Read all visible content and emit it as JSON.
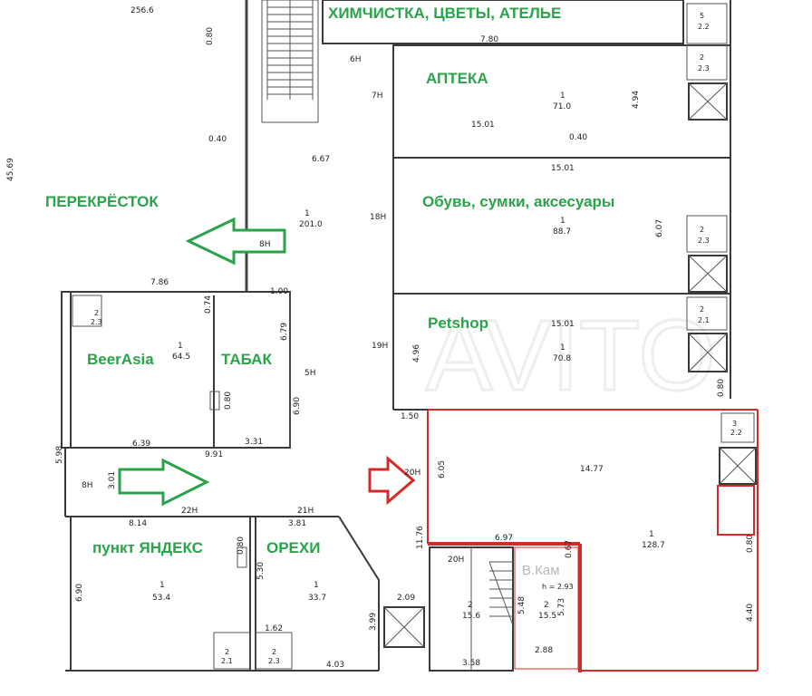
{
  "labels": {
    "top_shops": "ХИМЧИСТКА, ЦВЕТЫ, АТЕЛЬЕ",
    "pharmacy": "АПТЕКА",
    "shoes": "Обувь, сумки, аксесуары",
    "petshop": "Petshop",
    "supermarket": "ПЕРЕКРЁСТОК",
    "beerasia": "BeerAsia",
    "tobacco": "ТАБАК",
    "yandex": "пункт ЯНДЕКС",
    "nuts": "ОРЕХИ",
    "watermark": "В.Кам"
  },
  "dims": {
    "d_256": "256.6",
    "d_080a": "0.80",
    "d_040a": "0.40",
    "d_4569": "45.69",
    "d_780": "7.80",
    "d_6h": "6H",
    "d_7h": "7H",
    "d_1501a": "15.01",
    "d_1a": "1",
    "d_710": "71.0",
    "d_494": "4.94",
    "d_040b": "0.40",
    "d_667": "6.67",
    "d_1501b": "15.01",
    "d_18h": "18H",
    "d_1b": "1",
    "d_2010": "201.0",
    "d_8ha": "8H",
    "d_1c": "1",
    "d_887": "88.7",
    "d_607": "6.07",
    "d_786": "7.86",
    "d_100": "1.00",
    "d_074": "0.74",
    "d_19h": "19H",
    "d_496": "4.96",
    "d_1501c": "15.01",
    "d_1d": "1",
    "d_708": "70.8",
    "d_679": "6.79",
    "d_5h": "5H",
    "d_1e": "1",
    "d_645": "64.5",
    "d_080b": "0.80",
    "d_690a": "6.90",
    "d_639": "6.39",
    "d_991": "9.91",
    "d_331": "3.31",
    "d_150": "1.50",
    "d_080c": "0.80",
    "d_598": "5.98",
    "d_8hb": "8H",
    "d_301": "3.01",
    "d_20h": "20H",
    "d_605": "6.05",
    "d_1477": "14.77",
    "d_22h": "22H",
    "d_21h": "21H",
    "d_814": "8.14",
    "d_381": "3.81",
    "d_1176": "11.76",
    "d_697": "6.97",
    "d_067": "0.67",
    "d_080d": "0.80",
    "d_1f": "1",
    "d_1287": "128.7",
    "d_080e": "0.80",
    "d_530": "5.30",
    "d_20h_b": "20H",
    "d_1g": "1",
    "d_534": "53.4",
    "d_1h": "1",
    "d_337": "33.7",
    "d_690b": "6.90",
    "d_209": "2.09",
    "d_399": "3.99",
    "d_2a": "2",
    "d_156": "15.6",
    "d_548": "5.48",
    "d_2b": "2",
    "d_155": "15.5",
    "d_h293": "h = 2.93",
    "d_573": "5.73",
    "d_440": "4.40",
    "d_288": "2.88",
    "d_358": "3.58",
    "d_162": "1.62",
    "d_403": "4.03",
    "d_5": "5",
    "d_22a": "2.2",
    "d_2c": "2",
    "d_23a": "2.3",
    "d_2d": "2",
    "d_23b": "2.3",
    "d_2e": "2",
    "d_21a": "2.1",
    "d_3": "3",
    "d_22b": "2.2",
    "d_2f": "2",
    "d_23c": "2.3",
    "d_2g": "2",
    "d_21b": "2.1",
    "d_2h": "2",
    "d_23d": "2.3"
  }
}
